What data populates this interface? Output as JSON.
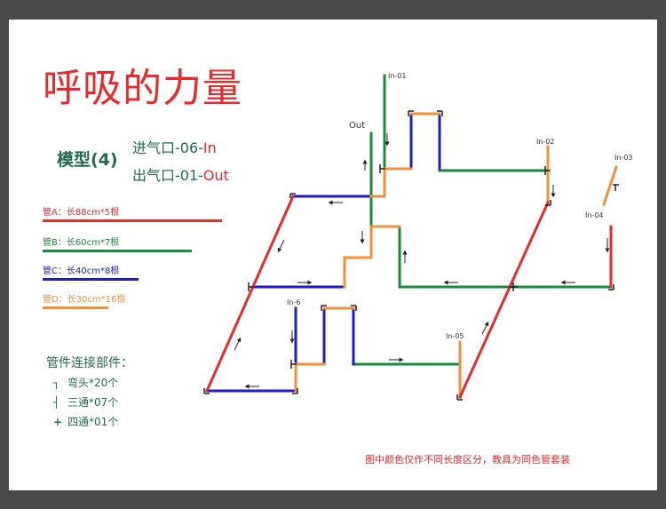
{
  "title": "呼吸的力量",
  "model": "模型(4)",
  "inlet": {
    "prefix": "进气口-06-",
    "highlight": "In"
  },
  "outlet": {
    "prefix": "出气口-01-",
    "highlight": "Out"
  },
  "legend": [
    {
      "label": "管A：长88cm*5根",
      "color": "#e52b2b"
    },
    {
      "label": "管B：长60cm*7根",
      "color": "#1a8a3c"
    },
    {
      "label": "管C：长40cm*8根",
      "color": "#1c1ccf"
    },
    {
      "label": "管D：长30cm*16根",
      "color": "#f0913a"
    }
  ],
  "fittings": {
    "title": "管件连接部件：",
    "items": [
      {
        "symbol": "┐",
        "label": "弯头*20个"
      },
      {
        "symbol": "┤",
        "label": "三通*07个"
      },
      {
        "symbol": "+",
        "label": "四通*01个"
      }
    ]
  },
  "diagram_labels": {
    "in01": "In-01",
    "out": "Out",
    "in02": "In-02",
    "in03": "In-03",
    "in04": "In-04",
    "in05": "In-05",
    "in6": "In-6"
  },
  "note": "图中颜色仅作不同长度区分，教具为同色管套装"
}
